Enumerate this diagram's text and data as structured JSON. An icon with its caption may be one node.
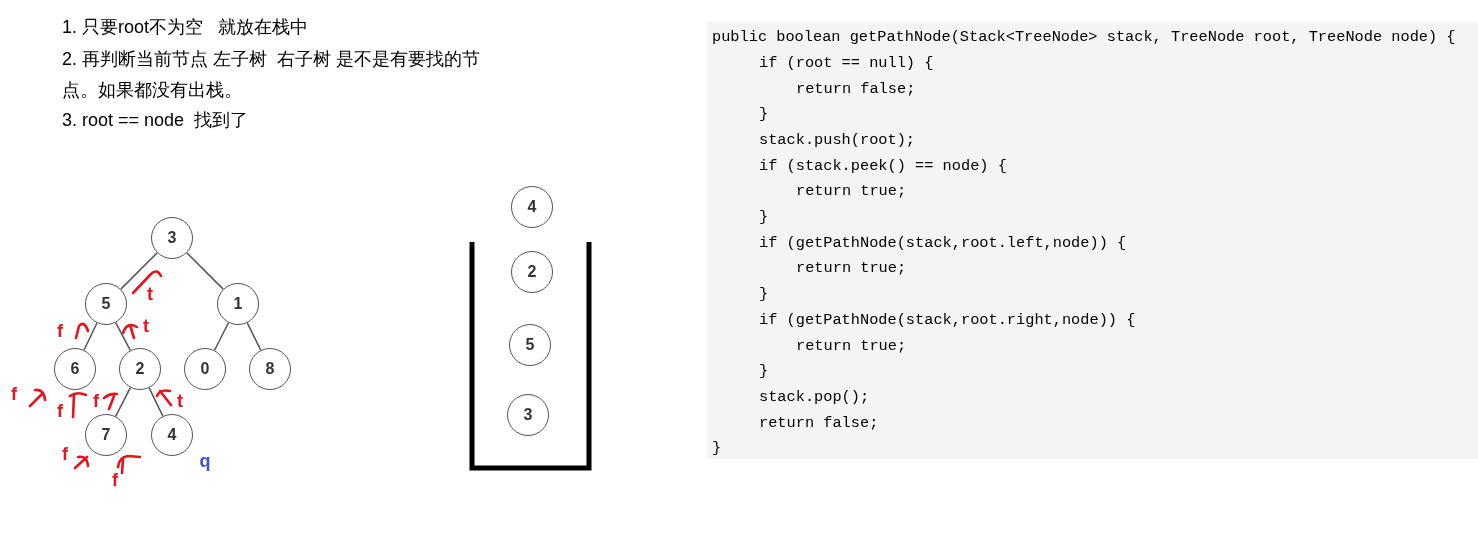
{
  "diagram": {
    "nodes": [
      {
        "text": [
          "3"
        ]
      },
      {
        "text": [
          "5"
        ]
      },
      {
        "text": [
          "1"
        ]
      },
      {
        "text": [
          "6"
        ]
      },
      {
        "text": [
          "2"
        ]
      },
      {
        "text": [
          "0"
        ]
      },
      {
        "text": [
          "8"
        ]
      },
      {
        "text": [
          "7"
        ]
      },
      {
        "text": [
          "4"
        ]
      },
      {
        "text": [
          "4"
        ]
      },
      {
        "text": [
          "2"
        ]
      },
      {
        "text": [
          "5"
        ]
      },
      {
        "text": [
          "3"
        ]
      },
      {
        "text": [
          "public boolean getPathNode(Stack<TreeNode> stack, TreeNode root, TreeNode node) {",
          "if (root == null) {",
          "return false;",
          "}",
          "stack.push(root);",
          "if (stack.peek() == node) {",
          "return true;",
          "}",
          "if (getPathNode(stack,root.left,node)) {",
          "return true;",
          "}",
          "if (getPathNode(stack,root.right,node)) {",
          "return true;",
          "}",
          "stack.pop();",
          "return false;",
          "}"
        ]
      }
    ],
    "edges": [
      {
        "from": 0,
        "to": 1,
        "arrow": "none"
      },
      {
        "from": 0,
        "to": 2,
        "arrow": "none"
      },
      {
        "from": 1,
        "to": 3,
        "arrow": "none"
      },
      {
        "from": 1,
        "to": 4,
        "arrow": "none"
      },
      {
        "from": 2,
        "to": 5,
        "arrow": "none"
      },
      {
        "from": 2,
        "to": 6,
        "arrow": "none"
      },
      {
        "from": 4,
        "to": 7,
        "arrow": "none"
      },
      {
        "from": 4,
        "to": 8,
        "arrow": "none"
      }
    ],
    "labels": [
      "1. 只要root不为空   就放在栈中",
      "2. 再判断当前节点 左子树  右子树 是不是有要找的节点。如果都没有出栈。",
      "3. root == node  找到了",
      "t",
      "f",
      "t",
      "f",
      "f",
      "f",
      "t",
      "f",
      "q",
      "f"
    ]
  }
}
